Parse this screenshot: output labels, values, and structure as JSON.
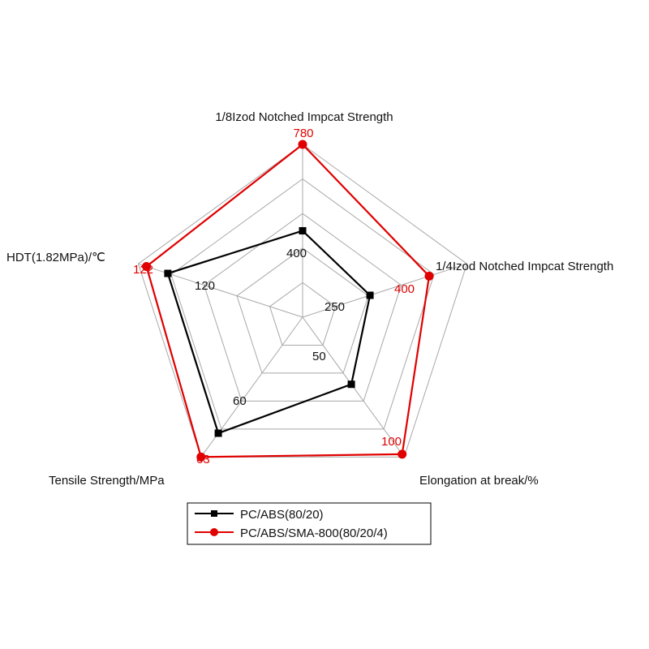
{
  "colors": {
    "grid": "#a8a8a8",
    "series_1": "#000000",
    "series_2": "#e00000"
  },
  "chart_data": {
    "type": "radar",
    "axes": [
      "1/8Izod Notched Impcat Strength",
      "1/4Izod Notched Impcat Strength",
      "Elongation at break/%",
      "Tensile Strength/MPa",
      "HDT(1.82MPa)/℃"
    ],
    "grid_levels": 5,
    "series": [
      {
        "name": "PC/ABS(80/20)",
        "marker": "square",
        "values": [
          0.5,
          0.41,
          0.48,
          0.83,
          0.82
        ]
      },
      {
        "name": "PC/ABS/SMA-800(80/20/4)",
        "marker": "circle",
        "values": [
          1.0,
          0.77,
          0.98,
          1.0,
          0.95
        ]
      }
    ],
    "tick_labels": [
      "400",
      "250",
      "50",
      "60",
      "120"
    ],
    "data_labels": [
      "780",
      "400",
      "100",
      "63",
      "122"
    ],
    "legend_position": "bottom"
  }
}
